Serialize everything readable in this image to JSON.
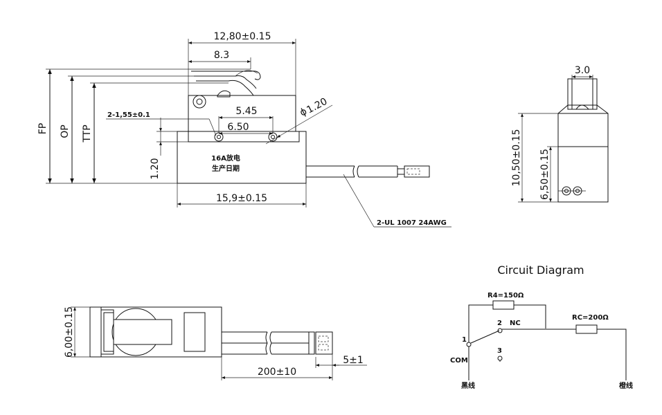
{
  "front_view": {
    "dim_overall_width": "12,80±0.15",
    "dim_lever_length": "8.3",
    "dim_hole_spacing": "2-1,55±0.1",
    "dim_mount_pitch_top": "5.45",
    "dim_mount_pitch": "6.50",
    "dim_hole_diameter": "1.20",
    "diameter_symbol": "ϕ",
    "dim_base_height": "1.20",
    "dim_body_length": "15,9±0.15",
    "label_fp": "FP",
    "label_op": "OP",
    "label_ttp": "TTP",
    "body_text_line1": "16A放电",
    "body_text_line2": "生产日期",
    "wire_callout": "2-UL 1007 24AWG"
  },
  "side_view": {
    "dim_width": "3.0",
    "dim_height": "10,50±0.15",
    "dim_hole_height": "6,50±0.15"
  },
  "bottom_view": {
    "dim_thickness": "6,00±0.15",
    "dim_wire_length": "200±10",
    "dim_strip_length": "5±1"
  },
  "circuit": {
    "title": "Circuit Diagram",
    "resistor_r4": "R4=150Ω",
    "resistor_rc": "RC=200Ω",
    "pin_2": "2",
    "pin_nc": "NC",
    "pin_1": "1",
    "pin_3": "3",
    "pin_com": "COM",
    "wire_black": "黑线",
    "wire_orange": "橙线"
  }
}
